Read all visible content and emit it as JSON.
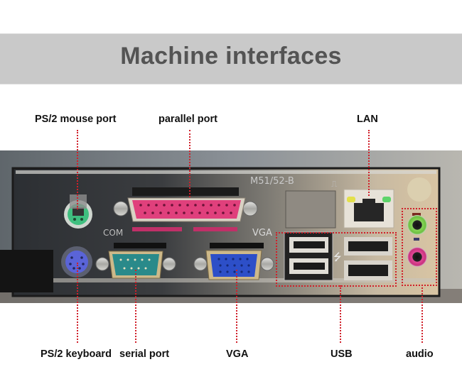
{
  "banner": {
    "title": "Machine interfaces"
  },
  "photo": {
    "plate_model": "M51/52-B",
    "plate_com_text": "COM",
    "plate_vga_text": "VGA"
  },
  "labels": {
    "top": [
      {
        "id": "ps2-mouse",
        "text": "PS/2 mouse port"
      },
      {
        "id": "parallel",
        "text": "parallel port"
      },
      {
        "id": "lan",
        "text": "LAN"
      }
    ],
    "bottom": [
      {
        "id": "ps2-keyboard",
        "text": "PS/2 keyboard"
      },
      {
        "id": "serial",
        "text": "serial port"
      },
      {
        "id": "vga",
        "text": "VGA"
      },
      {
        "id": "usb",
        "text": "USB"
      },
      {
        "id": "audio",
        "text": "audio"
      }
    ]
  },
  "colors": {
    "leader_line": "#d0202a",
    "ps2_mouse": "#3fbf7f",
    "ps2_keyboard": "#5a64d8",
    "parallel": "#e0407c",
    "serial": "#2a8a8a",
    "vga": "#2d4fc8",
    "audio_line_out": "#7ad04a",
    "audio_mic": "#d8388a"
  }
}
